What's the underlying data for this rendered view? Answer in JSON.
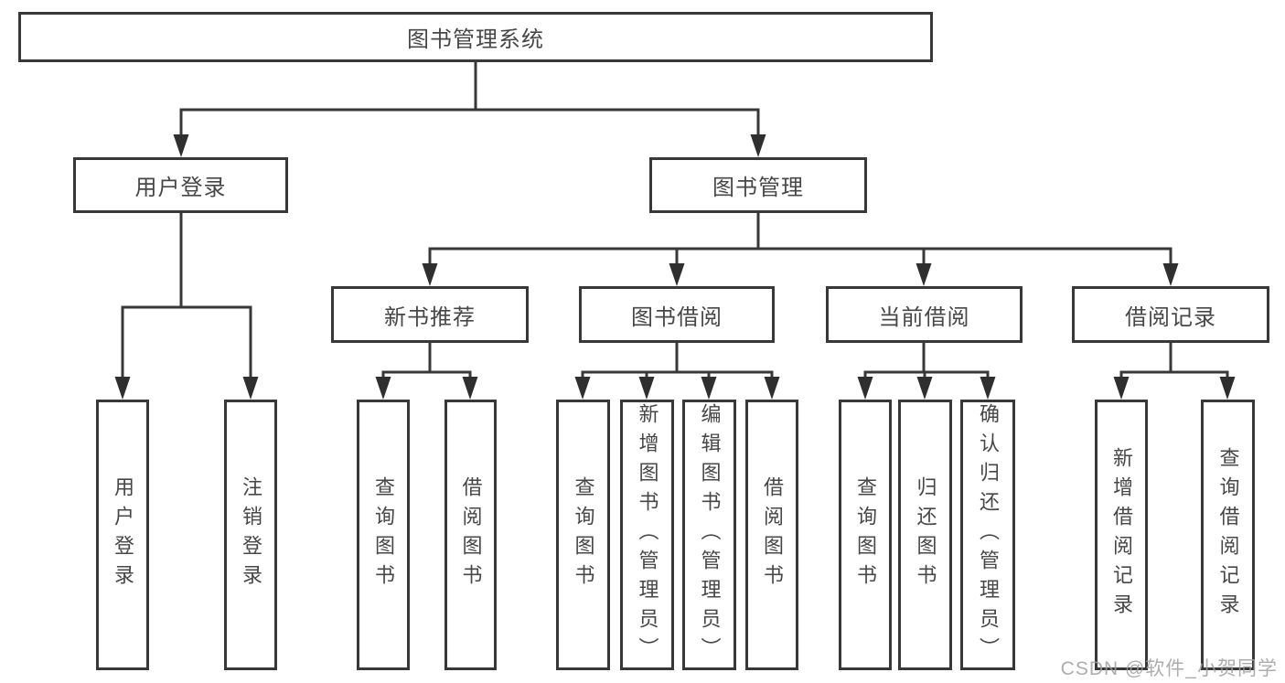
{
  "diagram": {
    "title": "图书管理系统",
    "level2": {
      "user_login": "用户登录",
      "book_management": "图书管理"
    },
    "level3": {
      "new_book_recommend": "新书推荐",
      "book_borrow": "图书借阅",
      "current_borrow": "当前借阅",
      "borrow_records": "借阅记录"
    },
    "leaves": {
      "user_login_children": [
        "用户登录",
        "注销登录"
      ],
      "new_book_children": [
        "查询图书",
        "借阅图书"
      ],
      "book_borrow_children": [
        "查询图书",
        "新增图书（管理员）",
        "编辑图书（管理员）",
        "借阅图书"
      ],
      "current_borrow_children": [
        "查询图书",
        "归还图书",
        "确认归还（管理员）"
      ],
      "borrow_records_children": [
        "新增借阅记录",
        "查询借阅记录"
      ]
    }
  },
  "watermark": "CSDN @软件_小贺同学",
  "colors": {
    "line": "#383838",
    "box_border": "#383838",
    "text": "#474747",
    "background": "#ffffff",
    "watermark": "#9f9f9f"
  }
}
